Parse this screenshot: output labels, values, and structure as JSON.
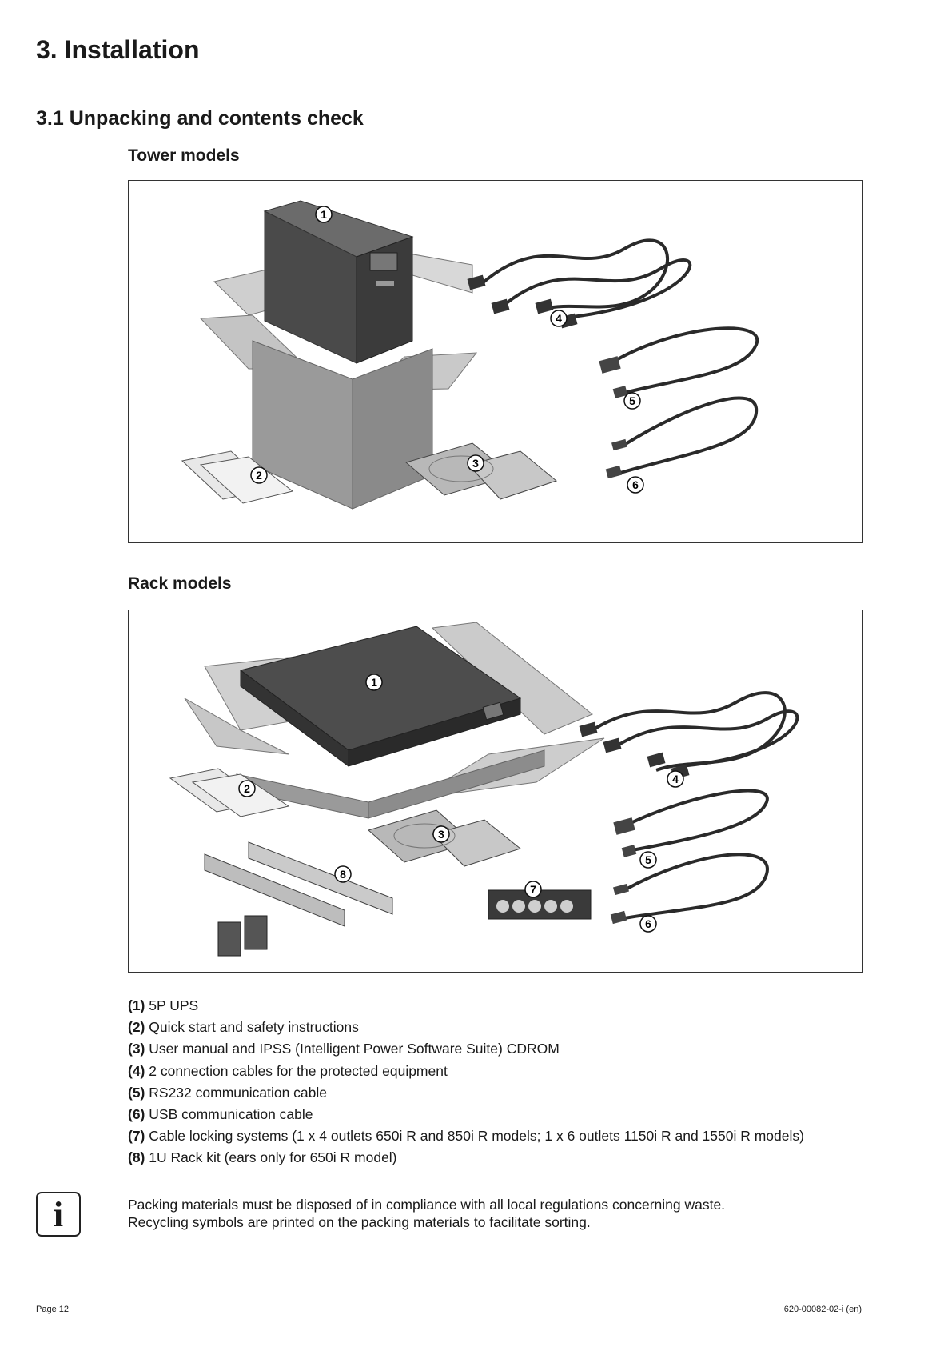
{
  "heading": "3. Installation",
  "section": "3.1 Unpacking and contents check",
  "tower": {
    "title": "Tower models",
    "callouts": [
      "1",
      "2",
      "3",
      "4",
      "5",
      "6"
    ]
  },
  "rack": {
    "title": "Rack models",
    "callouts": [
      "1",
      "2",
      "3",
      "4",
      "5",
      "6",
      "7",
      "8"
    ]
  },
  "items": [
    {
      "num": "(1)",
      "text": "5P UPS"
    },
    {
      "num": "(2)",
      "text": "Quick start and safety instructions"
    },
    {
      "num": "(3)",
      "text": "User manual and IPSS (Intelligent Power Software Suite) CDROM"
    },
    {
      "num": "(4)",
      "text": "2 connection cables for the protected equipment"
    },
    {
      "num": "(5)",
      "text": "RS232 communication cable"
    },
    {
      "num": "(6)",
      "text": "USB communication cable"
    },
    {
      "num": "(7)",
      "text": "Cable locking systems (1 x 4 outlets 650i R and 850i R models; 1 x 6 outlets 1150i R and 1550i R models)"
    },
    {
      "num": "(8)",
      "text": "1U Rack kit (ears only for 650i R model)"
    }
  ],
  "info_icon": "info-icon",
  "note": {
    "line1": "Packing materials must be disposed of in compliance with all local regulations concerning waste.",
    "line2": "Recycling symbols are printed on the packing materials to facilitate sorting."
  },
  "footer": {
    "page": "Page 12",
    "doc_code": "620-00082-02-i (en)"
  }
}
